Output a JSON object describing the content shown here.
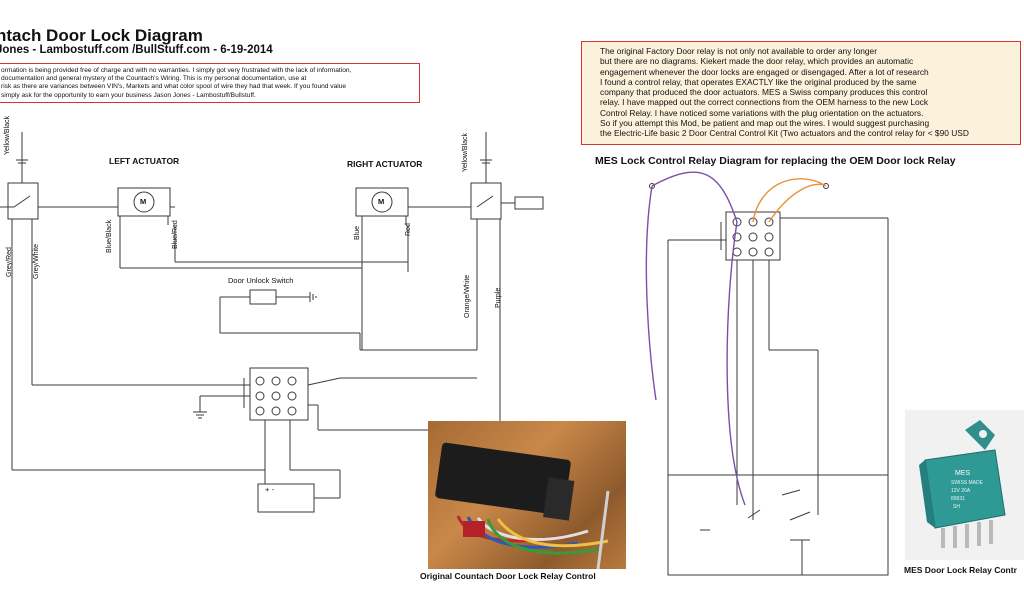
{
  "header": {
    "title": "ntach Door Lock Diagram",
    "subtitle": "Jones - Lambostuff.com /BullStuff.com - 6-19-2014"
  },
  "disclaimer_lines": [
    "ormation is being provided free of charge and with no warranties.  I simply got very frustrated with the lack of information,",
    " documentation and general mystery of the Countach's Wiring. This is my personal documentation, use at",
    " risk as there are variances between VIN's, Markets and what color spool of wire they had that week.  If you found value",
    " simply ask for the opportunity to earn your business Jason Jones - Lambostuff/Bullstuff."
  ],
  "notes_lines": [
    "The original Factory Door relay is not only not available to order any longer",
    "but there are no diagrams.  Kiekert made the door relay, which provides an automatic",
    "engagement whenever the door locks are engaged or disengaged. After a lot of research",
    "I found a control relay, that operates EXACTLY like the original produced by the same",
    "company that produced the door actuators.   MES a Swiss company produces this control",
    "relay. I have mapped out the correct connections from the OEM harness to the new Lock",
    "Control Relay.  I have noticed some variations with the plug orientation on the actuators.",
    "So if you attempt this Mod, be patient and map out the wires.  I would suggest purchasing",
    "the Electric-Life basic 2 Door Central Control Kit (Two actuators and the control relay for < $90 USD"
  ],
  "left_diagram": {
    "left_actuator": "LEFT ACTUATOR",
    "right_actuator": "RIGHT ACTUATOR",
    "motor_symbol": "M",
    "door_unlock_switch": "Door Unlock Switch",
    "wires": {
      "yellow_black_left": "Yellow/Black",
      "yellow_black_right": "Yellow/Black",
      "grey_red": "Grey/Red",
      "grey_white": "Grey/White",
      "blue_black": "Blue/Black",
      "blue_red": "Blue/Red",
      "blue": "Blue",
      "red": "Red",
      "orange_white": "Orange/White",
      "purple": "Purple"
    },
    "battery_symbol": "+ -"
  },
  "mes_diagram": {
    "heading": "MES Lock Control Relay Diagram for replacing the OEM Door lock Relay"
  },
  "photo_caption": "Original Countach Door Lock Relay Control",
  "relay_caption": "MES Door Lock Relay Contr",
  "relay_photo_text": {
    "brand": "MES",
    "line1": "SWISS MADE",
    "line2": "12V   20A",
    "line3": "89931",
    "line4": "SH"
  },
  "colors": {
    "wire": "#3a3a3a",
    "purple_wire": "#7a4fa8",
    "orange_wire": "#e8913a",
    "note_border": "#d9352c",
    "note_bg": "#fcf2dc"
  }
}
